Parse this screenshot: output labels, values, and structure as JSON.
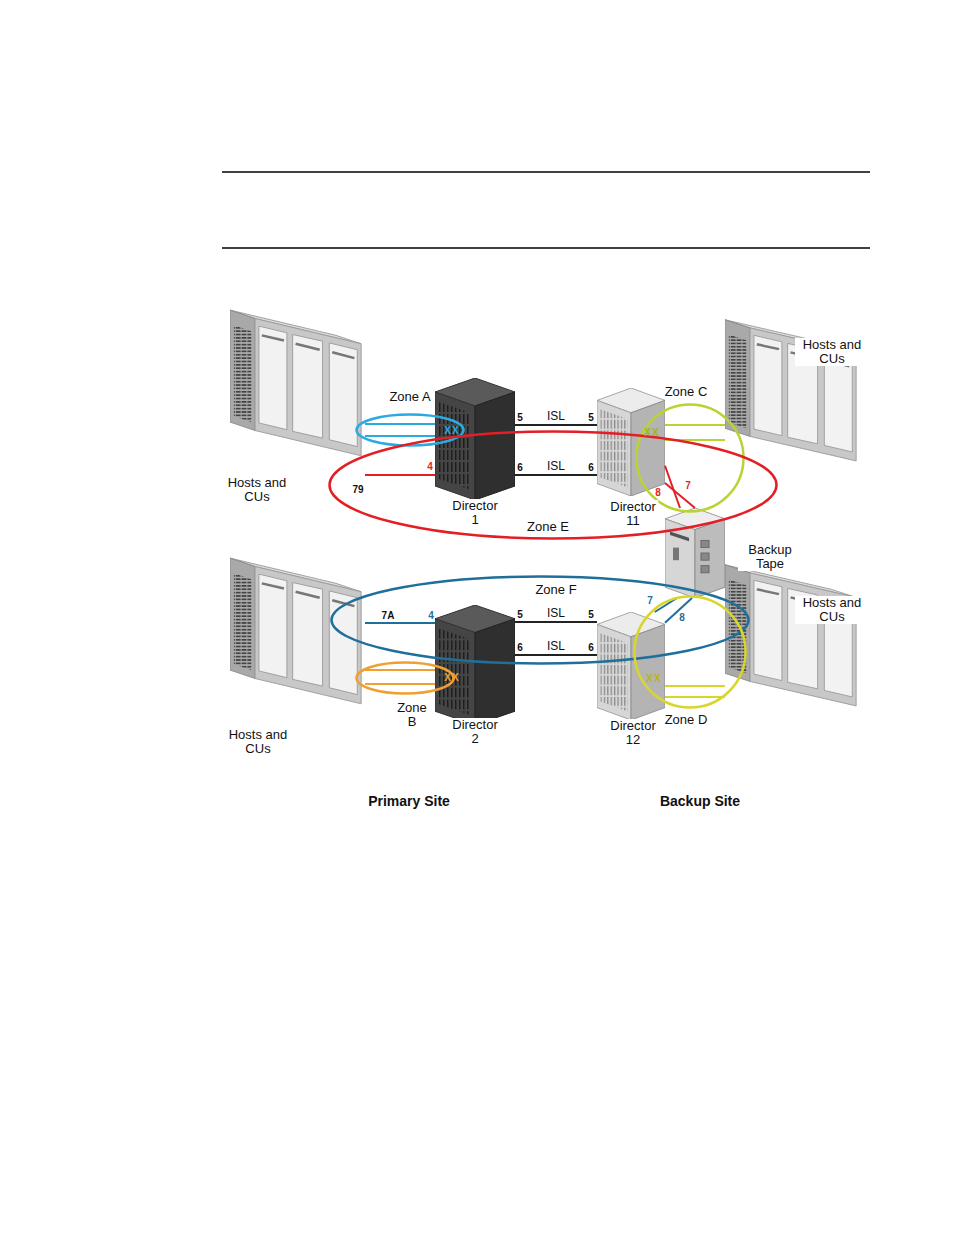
{
  "diagram": {
    "nodes": [
      {
        "text": [
          "Hosts and CUs"
        ]
      },
      {
        "text": [
          "Zone A"
        ]
      },
      {
        "text": [
          "Director 1"
        ]
      },
      {
        "text": [
          "Zone C"
        ]
      },
      {
        "text": [
          "Director 11"
        ]
      },
      {
        "text": [
          "Hosts and CUs"
        ]
      },
      {
        "text": [
          "Zone E"
        ]
      },
      {
        "text": [
          "Backup Tape"
        ]
      },
      {
        "text": [
          "Zone F"
        ]
      },
      {
        "text": [
          "Hosts and CUs"
        ]
      },
      {
        "text": [
          "Hosts and CUs"
        ]
      },
      {
        "text": [
          "Zone B"
        ]
      },
      {
        "text": [
          "Director 2"
        ]
      },
      {
        "text": [
          "Zone D"
        ]
      },
      {
        "text": [
          "Director 12"
        ]
      }
    ],
    "edges": [
      {
        "from": 0,
        "to": 2,
        "arrow": "none"
      },
      {
        "from": 0,
        "to": 2,
        "arrow": "none"
      },
      {
        "from": 0,
        "to": 2,
        "arrow": "none"
      },
      {
        "from": 2,
        "to": 4,
        "label": "ISL",
        "arrow": "none"
      },
      {
        "from": 2,
        "to": 4,
        "label": "ISL",
        "arrow": "none"
      },
      {
        "from": 4,
        "to": 5,
        "arrow": "none"
      },
      {
        "from": 4,
        "to": 5,
        "arrow": "none"
      },
      {
        "from": 4,
        "to": 7,
        "arrow": "none"
      },
      {
        "from": 4,
        "to": 7,
        "arrow": "none"
      },
      {
        "from": 7,
        "to": 14,
        "arrow": "none"
      },
      {
        "from": 7,
        "to": 14,
        "arrow": "none"
      },
      {
        "from": 10,
        "to": 12,
        "arrow": "none"
      },
      {
        "from": 10,
        "to": 12,
        "arrow": "none"
      },
      {
        "from": 10,
        "to": 12,
        "arrow": "none"
      },
      {
        "from": 12,
        "to": 14,
        "label": "ISL",
        "arrow": "none"
      },
      {
        "from": 12,
        "to": 14,
        "label": "ISL",
        "arrow": "none"
      },
      {
        "from": 14,
        "to": 9,
        "arrow": "none"
      },
      {
        "from": 14,
        "to": 9,
        "arrow": "none"
      }
    ],
    "labels": [
      "5",
      "5",
      "6",
      "6",
      "79",
      "4",
      "7",
      "8",
      "XX",
      "XX",
      "7A",
      "4",
      "5",
      "5",
      "6",
      "6",
      "7",
      "8",
      "XX",
      "XX",
      "Primary Site",
      "Backup Site"
    ]
  }
}
